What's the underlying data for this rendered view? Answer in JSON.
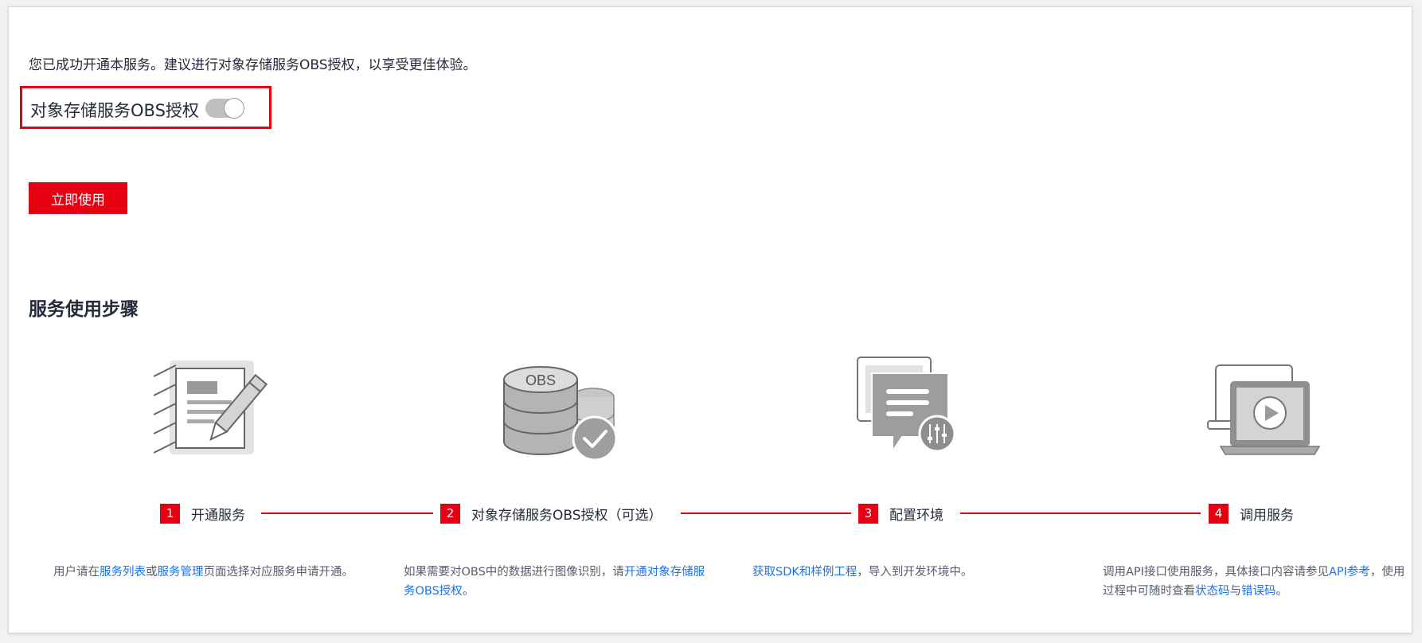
{
  "notice": "您已成功开通本服务。建议进行对象存储服务OBS授权，以享受更佳体验。",
  "auth": {
    "label": "对象存储服务OBS授权",
    "enabled": false
  },
  "use_button": "立即使用",
  "steps_title": "服务使用步骤",
  "steps": [
    {
      "num": "1",
      "label": "开通服务",
      "desc": {
        "t1": "用户请在",
        "l1": "服务列表",
        "t2": "或",
        "l2": "服务管理",
        "t3": "页面选择对应服务申请开通。"
      }
    },
    {
      "num": "2",
      "label": "对象存储服务OBS授权（可选）",
      "icon_text": "OBS",
      "desc": {
        "t1": "如果需要对OBS中的数据进行图像识别，请",
        "l1": "开通对象存储服务OBS授权",
        "t2": "。"
      }
    },
    {
      "num": "3",
      "label": "配置环境",
      "desc": {
        "l1": "获取SDK和样例工程",
        "t1": "，导入到开发环境中。"
      }
    },
    {
      "num": "4",
      "label": "调用服务",
      "desc": {
        "t1": "调用API接口使用服务，具体接口内容请参见",
        "l1": "API参考",
        "t2": "，使用过程中可随时查看",
        "l2": "状态码",
        "t3": "与",
        "l3": "错误码",
        "t4": "。"
      }
    }
  ],
  "colors": {
    "accent": "#e60012",
    "link": "#1a73e8",
    "text": "#252b3a",
    "muted": "#575d6c"
  },
  "icons": [
    "document-pencil-icon",
    "obs-database-check-icon",
    "config-chat-sliders-icon",
    "laptop-video-play-icon"
  ]
}
